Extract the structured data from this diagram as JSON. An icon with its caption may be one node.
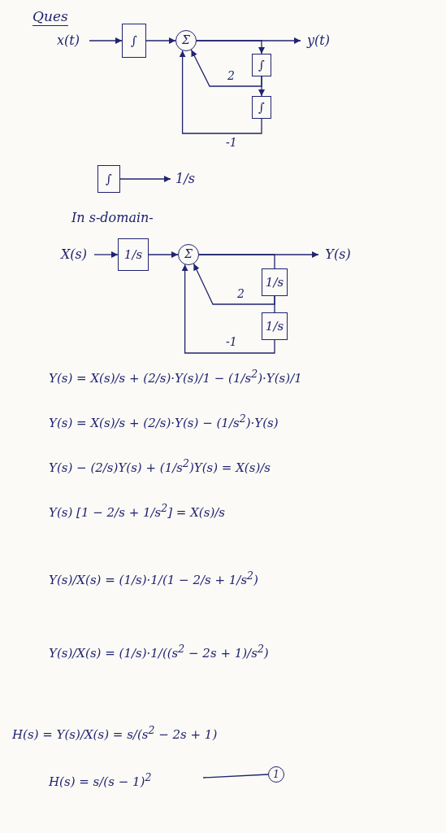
{
  "diagram": {
    "title": "Ques",
    "nodes": [
      {
        "text": [
          "x(t)"
        ]
      },
      {
        "text": [
          "∫"
        ]
      },
      {
        "text": [
          "Σ"
        ]
      },
      {
        "text": [
          "y(t)"
        ]
      },
      {
        "text": [
          "∫"
        ]
      },
      {
        "text": [
          "∫"
        ]
      },
      {
        "text": [
          "∫"
        ]
      },
      {
        "text": [
          "1/s"
        ]
      },
      {
        "text": [
          "X(s)"
        ]
      },
      {
        "text": [
          "1/s"
        ]
      },
      {
        "text": [
          "Σ"
        ]
      },
      {
        "text": [
          "Y(s)"
        ]
      },
      {
        "text": [
          "1/s"
        ]
      },
      {
        "text": [
          "1/s"
        ]
      }
    ],
    "edges": [
      {
        "from": 0,
        "to": 1,
        "arrow": "to"
      },
      {
        "from": 1,
        "to": 2,
        "arrow": "to"
      },
      {
        "from": 2,
        "to": 3,
        "arrow": "to"
      },
      {
        "from": 2,
        "to": 4,
        "arrow": "to"
      },
      {
        "from": 4,
        "to": 5,
        "arrow": "to"
      },
      {
        "from": 4,
        "to": 2,
        "arrow": "to",
        "label": "2"
      },
      {
        "from": 5,
        "to": 2,
        "arrow": "to",
        "label": "-1"
      },
      {
        "from": 6,
        "to": 7,
        "arrow": "to"
      },
      {
        "from": 8,
        "to": 9,
        "arrow": "to"
      },
      {
        "from": 9,
        "to": 10,
        "arrow": "to"
      },
      {
        "from": 10,
        "to": 11,
        "arrow": "to"
      },
      {
        "from": 10,
        "to": 12,
        "arrow": "none"
      },
      {
        "from": 12,
        "to": 13,
        "arrow": "none"
      },
      {
        "from": 12,
        "to": 10,
        "arrow": "to",
        "label": "2"
      },
      {
        "from": 13,
        "to": 10,
        "arrow": "to",
        "label": "-1"
      }
    ],
    "labels": [
      "In s-domain-",
      "Y(s) = X(s)/s + (2/s)·Y(s)/1 − (1/s$^{2}$)·Y(s)/1",
      "Y(s) = X(s)/s + (2/s)·Y(s) − (1/s$^{2}$)·Y(s)",
      "Y(s) − (2/s)Y(s) + (1/s$^{2}$)Y(s) = X(s)/s",
      "Y(s) [1 − 2/s + 1/s$^{2}$] = X(s)/s",
      "Y(s)/X(s) = (1/s)·1/(1 − 2/s + 1/s$^{2}$)",
      "Y(s)/X(s) = (1/s)·1/((s$^{2}$ − 2s + 1)/s$^{2}$)",
      "H(s) = Y(s)/X(s) = s/(s$^{2}$ − 2s + 1)",
      "H(s) = s/(s − 1)$^{2}$",
      "1"
    ]
  }
}
